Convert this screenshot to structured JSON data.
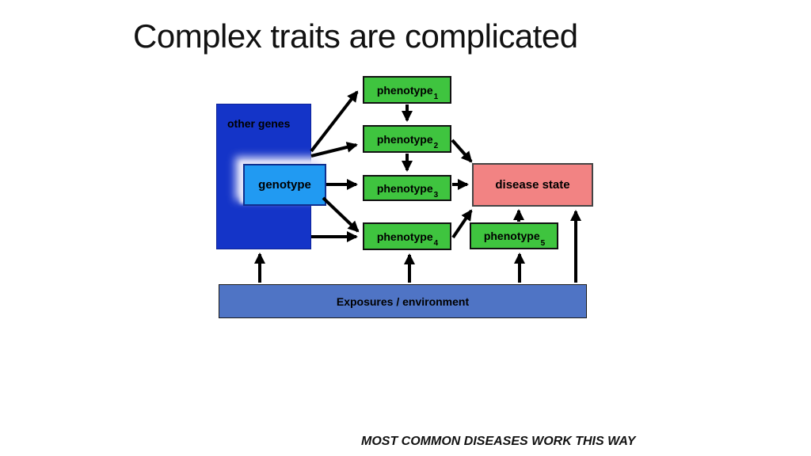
{
  "slide": {
    "title": "Complex traits are complicated",
    "footer": "MOST COMMON DISEASES WORK THIS WAY"
  },
  "colors": {
    "other_genes_fill": "#1434c8",
    "genotype_fill": "#219af2",
    "genotype_glow": "#e6e6fa",
    "phenotype_fill": "#3fc43f",
    "disease_fill": "#f28383",
    "exposures_fill": "#4f74c5",
    "arrow": "#000000",
    "text": "#000000",
    "background": "#ffffff"
  },
  "nodes": {
    "other_genes": {
      "label": "other genes"
    },
    "genotype": {
      "label": "genotype"
    },
    "phenotype1": {
      "base": "phenotype",
      "sub": "1"
    },
    "phenotype2": {
      "base": "phenotype",
      "sub": "2"
    },
    "phenotype3": {
      "base": "phenotype",
      "sub": "3"
    },
    "phenotype4": {
      "base": "phenotype",
      "sub": "4"
    },
    "phenotype5": {
      "base": "phenotype",
      "sub": "5"
    },
    "disease_state": {
      "label": "disease state"
    },
    "exposures": {
      "label": "Exposures / environment"
    }
  },
  "edges": [
    {
      "from": "other_genes",
      "to": "phenotype1"
    },
    {
      "from": "other_genes",
      "to": "phenotype2"
    },
    {
      "from": "genotype",
      "to": "phenotype3"
    },
    {
      "from": "genotype",
      "to": "phenotype4"
    },
    {
      "from": "other_genes",
      "to": "phenotype4"
    },
    {
      "from": "phenotype1",
      "to": "phenotype2"
    },
    {
      "from": "phenotype2",
      "to": "phenotype3"
    },
    {
      "from": "phenotype2",
      "to": "disease_state"
    },
    {
      "from": "phenotype3",
      "to": "disease_state"
    },
    {
      "from": "phenotype4",
      "to": "disease_state"
    },
    {
      "from": "phenotype5",
      "to": "disease_state"
    },
    {
      "from": "exposures",
      "to": "other_genes"
    },
    {
      "from": "exposures",
      "to": "phenotype4"
    },
    {
      "from": "exposures",
      "to": "phenotype5"
    },
    {
      "from": "exposures",
      "to": "disease_state"
    }
  ]
}
